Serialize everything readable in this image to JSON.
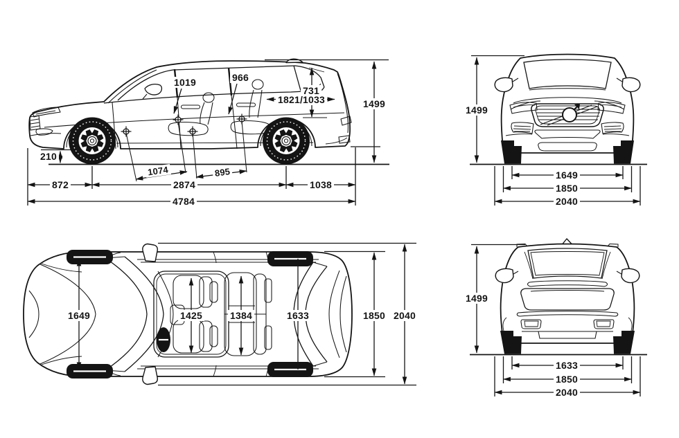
{
  "views": {
    "side": {
      "dims": {
        "front_headroom": "1019",
        "rear_headroom": "966",
        "load_height": "731",
        "load_length": "1821/1033",
        "height": "1499",
        "ground_clearance": "210",
        "front_couple_distance": "1074",
        "rear_couple_distance": "895",
        "front_overhang": "872",
        "wheelbase": "2874",
        "rear_overhang": "1038",
        "overall_length": "4784"
      }
    },
    "front": {
      "dims": {
        "height": "1499",
        "front_track": "1649",
        "body_width": "1850",
        "width_incl_mirrors": "2040"
      }
    },
    "top": {
      "dims": {
        "front_track": "1649",
        "front_interior_width": "1425",
        "rear_interior_width": "1384",
        "rear_track": "1633",
        "body_width": "1850",
        "width_incl_mirrors": "2040"
      }
    },
    "rear": {
      "dims": {
        "height": "1499",
        "rear_track": "1633",
        "body_width": "1850",
        "width_incl_mirrors": "2040"
      }
    }
  },
  "colors": {
    "line": "#141414",
    "background": "#ffffff",
    "tire_fill": "#141414"
  }
}
